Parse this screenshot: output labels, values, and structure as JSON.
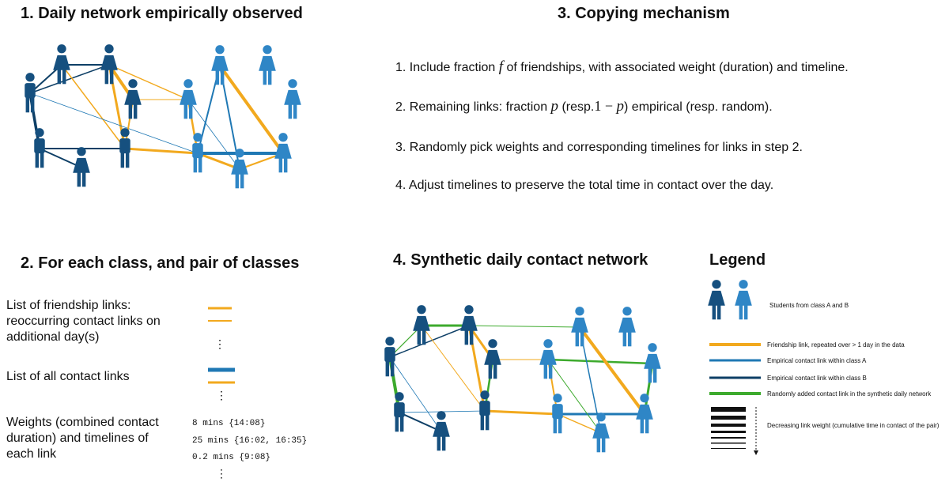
{
  "colors": {
    "orange": "#F2A91E",
    "blue": "#1F78B4",
    "darkblue": "#0E3F66",
    "green": "#3DAA2D",
    "studentA": "#16507F",
    "studentB": "#2F86C6"
  },
  "panel1": {
    "title": "1. Daily network empirically observed"
  },
  "panel2": {
    "title": "2. For each class, and pair of classes",
    "friendship_text": "List of friendship links: reoccurring contact links on additional day(s)",
    "contacts_text": "List of all contact links",
    "weights_text": "Weights (combined contact duration) and timelines of each link",
    "weights": [
      "8 mins {14:08}",
      "25 mins {16:02, 16:35}",
      "0.2 mins {9:08}"
    ]
  },
  "panel3": {
    "title": "3. Copying mechanism",
    "step1_a": "1. Include fraction ",
    "step1_f": "f",
    "step1_b": " of friendships, with associated weight (duration) and timeline.",
    "step2_a": "2. Remaining links: fraction ",
    "step2_p": "p",
    "step2_b": " (resp.",
    "step2_c": "1 − ",
    "step2_p2": "p",
    "step2_d": ") empirical (resp. random).",
    "step3": "3. Randomly pick weights and corresponding timelines for links in step 2.",
    "step4": "4. Adjust timelines to preserve the total time in contact over the day."
  },
  "panel4": {
    "title": "4. Synthetic daily contact network"
  },
  "legend": {
    "title": "Legend",
    "students": "Students from class A and B",
    "friendship": "Friendship link, repeated over > 1 day in the data",
    "classA": "Empirical contact link within class A",
    "classB": "Empirical contact link within class B",
    "random": "Randomly added contact link in the synthetic daily network",
    "weight": "Decreasing link weight (cumulative time in contact of the pair)"
  }
}
